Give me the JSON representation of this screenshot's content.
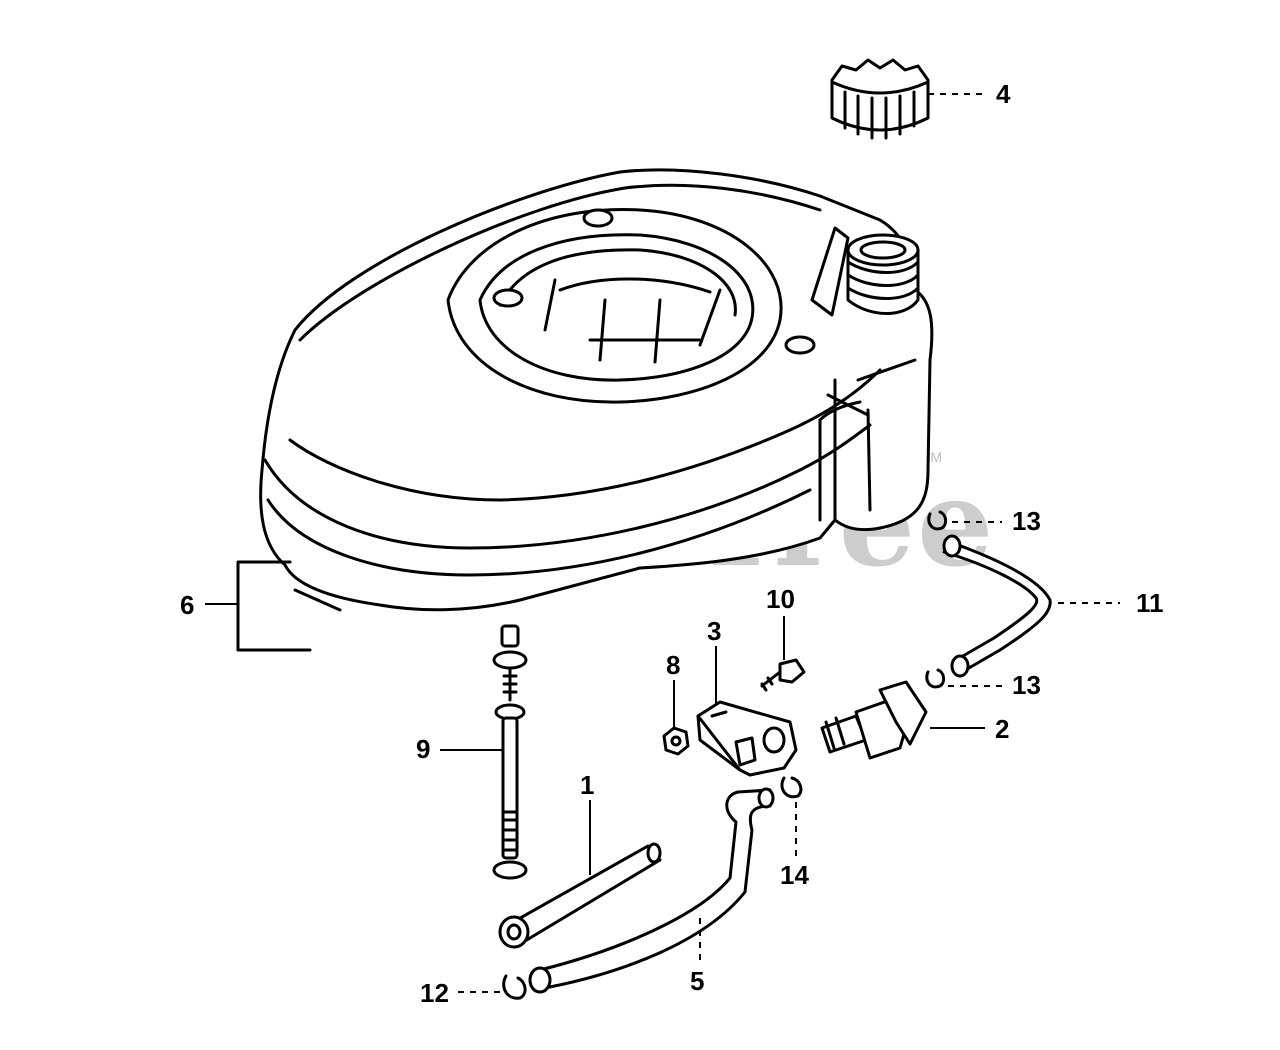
{
  "watermark": {
    "text": "PartsTree",
    "tm": "TM"
  },
  "callouts": {
    "c1": "1",
    "c2": "2",
    "c3": "3",
    "c4": "4",
    "c5": "5",
    "c6": "6",
    "c8": "8",
    "c9": "9",
    "c10": "10",
    "c11": "11",
    "c12": "12",
    "c13a": "13",
    "c13b": "13",
    "c14": "14"
  }
}
